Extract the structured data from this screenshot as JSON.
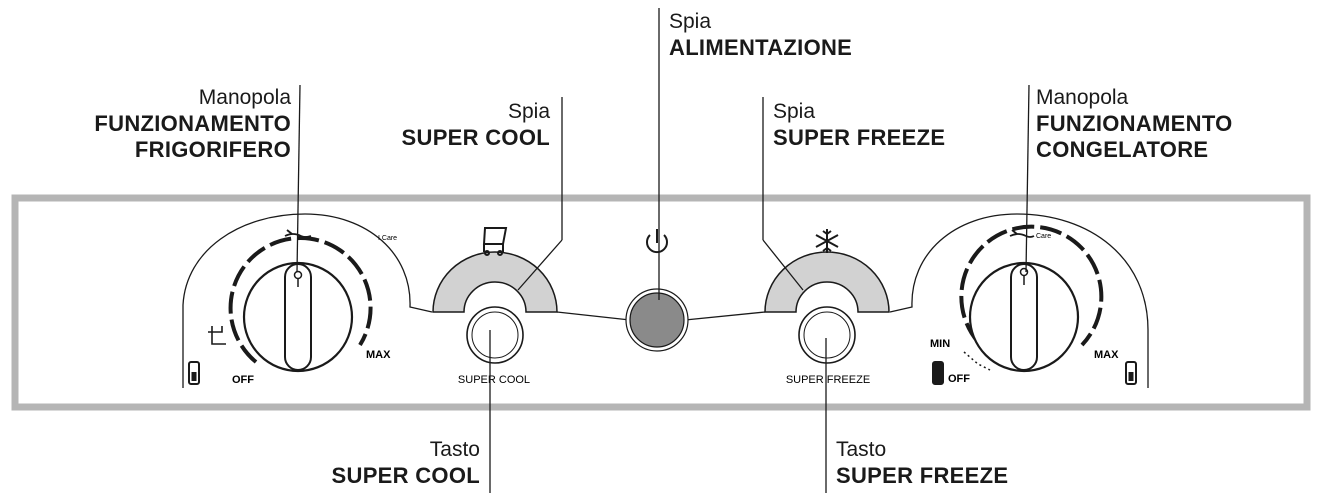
{
  "callouts": {
    "knob_fridge": {
      "sub": "Manopola",
      "main1": "FUNZIONAMENTO",
      "main2": "FRIGORIFERO"
    },
    "light_super_cool": {
      "sub": "Spia",
      "main": "SUPER COOL"
    },
    "light_power": {
      "sub": "Spia",
      "main": "ALIMENTAZIONE"
    },
    "light_super_freeze": {
      "sub": "Spia",
      "main": "SUPER FREEZE"
    },
    "knob_freezer": {
      "sub": "Manopola",
      "main1": "FUNZIONAMENTO",
      "main2": "CONGELATORE"
    },
    "button_super_cool": {
      "sub": "Tasto",
      "main": "SUPER COOL"
    },
    "button_super_freeze": {
      "sub": "Tasto",
      "main": "SUPER FREEZE"
    }
  },
  "panel_labels": {
    "fridge_off": "OFF",
    "fridge_max": "MAX",
    "fridge_care": "I Care",
    "super_cool_button": "SUPER COOL",
    "super_freeze_button": "SUPER FREEZE",
    "freezer_min": "MIN",
    "freezer_off": "OFF",
    "freezer_max": "MAX",
    "freezer_care": "Care"
  },
  "colors": {
    "panel_border": "#b5b5b5",
    "light_arc": "#d2d2d2",
    "power_light": "#8a8a8a",
    "line": "#1a1a1a"
  },
  "icons": {
    "fridge_symbol": "fridge-cooling-icon",
    "power_symbol": "power-icon",
    "snowflake_symbol": "snowflake-icon"
  }
}
